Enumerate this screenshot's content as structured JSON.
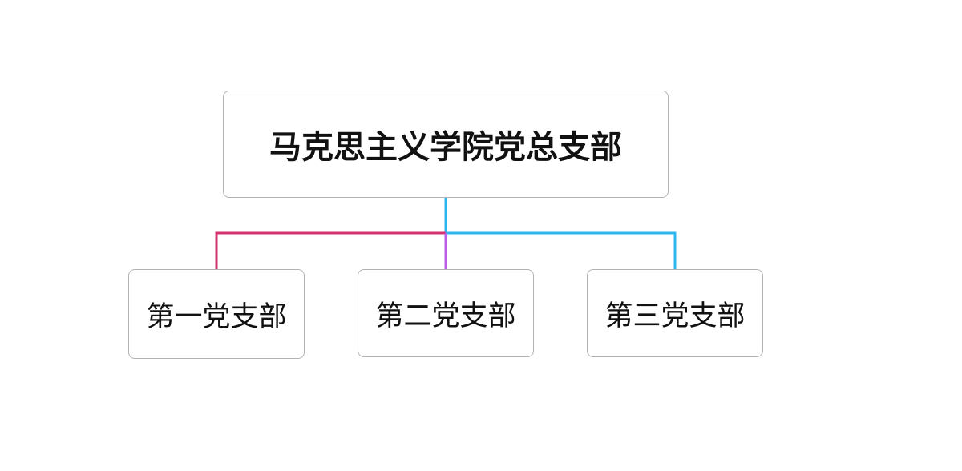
{
  "org_chart": {
    "root": {
      "label": "马克思主义学院党总支部"
    },
    "children": [
      {
        "label": "第一党支部",
        "connector_color": "#d2336f"
      },
      {
        "label": "第二党支部",
        "connector_color": "#b95ee6"
      },
      {
        "label": "第三党支部",
        "connector_color": "#2fb6ee"
      }
    ],
    "trunk_color": "#2fb6ee",
    "node_border_color": "#b3b3b3"
  }
}
